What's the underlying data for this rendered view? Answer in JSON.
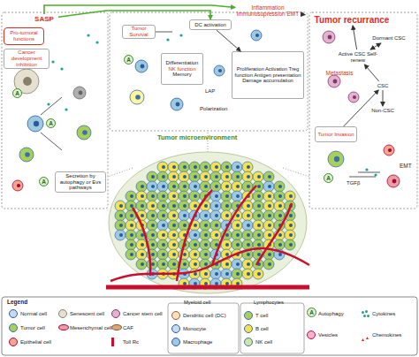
{
  "diagram": {
    "nodes": [
      {
        "text": [
          "SASP"
        ]
      },
      {
        "text": [
          "Pro-tumoral functions"
        ]
      },
      {
        "text": [
          "Cancer development inhibition"
        ]
      },
      {
        "text": [
          "Secretion by autophagy or Evs pathways"
        ]
      },
      {
        "text": [
          "Tumor Survival"
        ]
      },
      {
        "text": [
          "DC activation"
        ]
      },
      {
        "text": [
          "Differentiation",
          "NK function",
          "Memory"
        ]
      },
      {
        "text": [
          "Proliferation Activation Treg function Antigen presentation Damage accumulation"
        ]
      },
      {
        "text": [
          "Inflammation Immunosupression EMT"
        ]
      },
      {
        "text": [
          "Tumor recurrance"
        ]
      },
      {
        "text": [
          "Dormant CSC"
        ]
      },
      {
        "text": [
          "Active CSC Self-renew"
        ]
      },
      {
        "text": [
          "CSC"
        ]
      },
      {
        "text": [
          "Non-CSC"
        ]
      },
      {
        "text": [
          "Tumor Invasion"
        ]
      }
    ],
    "edges": [
      {
        "from": 0,
        "to": 8,
        "arrow": "to"
      },
      {
        "from": 0,
        "to": 5,
        "arrow": "to"
      },
      {
        "from": 8,
        "to": 9,
        "arrow": "to"
      },
      {
        "from": 11,
        "to": 9,
        "arrow": "to"
      },
      {
        "from": 10,
        "to": 11,
        "arrow": "both"
      },
      {
        "from": 12,
        "to": 11,
        "label": "Metastasis",
        "arrow": "to"
      },
      {
        "from": 12,
        "to": 13,
        "arrow": "to"
      },
      {
        "from": 14,
        "to": 12,
        "arrow": "to"
      },
      {
        "from": 5,
        "to": 7,
        "arrow": "to"
      }
    ],
    "labels": [
      "LAP",
      "Polarization",
      "TGFβ",
      "EMT",
      "Tumor microenvironment",
      "Legend",
      "Myeloid cell",
      "Lymphocytes",
      "A",
      "A",
      "A",
      "A",
      "A",
      "A"
    ],
    "legend": [
      {
        "text": "Normal cell"
      },
      {
        "text": "Tumor cell"
      },
      {
        "text": "Epithelial cell"
      },
      {
        "text": "Senescent cell"
      },
      {
        "text": "Mesenchymal cell"
      },
      {
        "text": "Cancer stem cell"
      },
      {
        "text": "CAF"
      },
      {
        "text": "Toll Rc"
      },
      {
        "text": "Dendritic cell (DC)"
      },
      {
        "text": "Monocyte"
      },
      {
        "text": "Macrophage"
      },
      {
        "text": "T cell"
      },
      {
        "text": "B cell"
      },
      {
        "text": "NK cell"
      },
      {
        "text": "Autophagy"
      },
      {
        "text": "Vesicles"
      },
      {
        "text": "Cytokines",
        "color": "#17a398"
      },
      {
        "text": "Chemokines"
      }
    ]
  }
}
